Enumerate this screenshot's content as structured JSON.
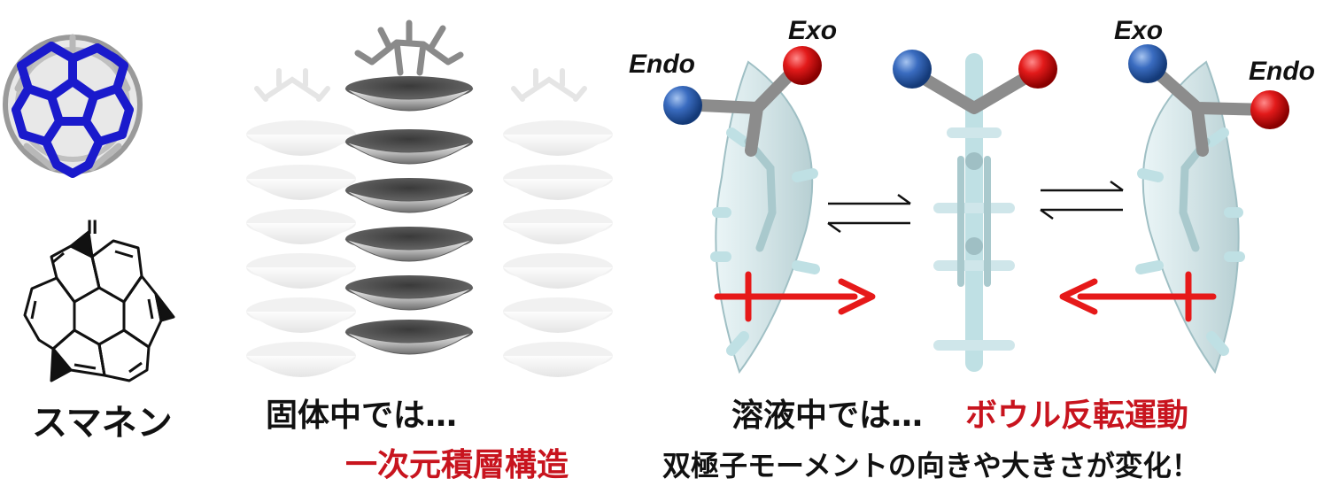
{
  "labels": {
    "sumanene": "スマネン",
    "equals": "II",
    "solid_prefix": "固体中では…",
    "solid_structure": "一次元積層構造",
    "solution_prefix": "溶液中では…",
    "solution_motion": "ボウル反転運動",
    "dipole_change": "双極子モーメントの向きや大きさが変化！",
    "endo_left": "Endo",
    "exo_left": "Exo",
    "exo_right": "Exo",
    "endo_right": "Endo"
  },
  "colors": {
    "fullerene_highlight": "#1a1acc",
    "fullerene_cage": "#c4c4c4",
    "bowl": "#8a8a8a",
    "bowl_faded": "#dadada",
    "molecule_light": "#cfe6ea",
    "endo_atom": "#2f62b4",
    "exo_atom": "#d41414",
    "dipole_arrow": "#e61919",
    "emphasis_text": "#c8141e"
  },
  "icons": [
    "fullerene-cage-icon",
    "sumanene-structure-icon",
    "bowl-stack-icon",
    "molecule-bowl-icon",
    "equilibrium-arrows-icon",
    "dipole-arrow-icon"
  ]
}
